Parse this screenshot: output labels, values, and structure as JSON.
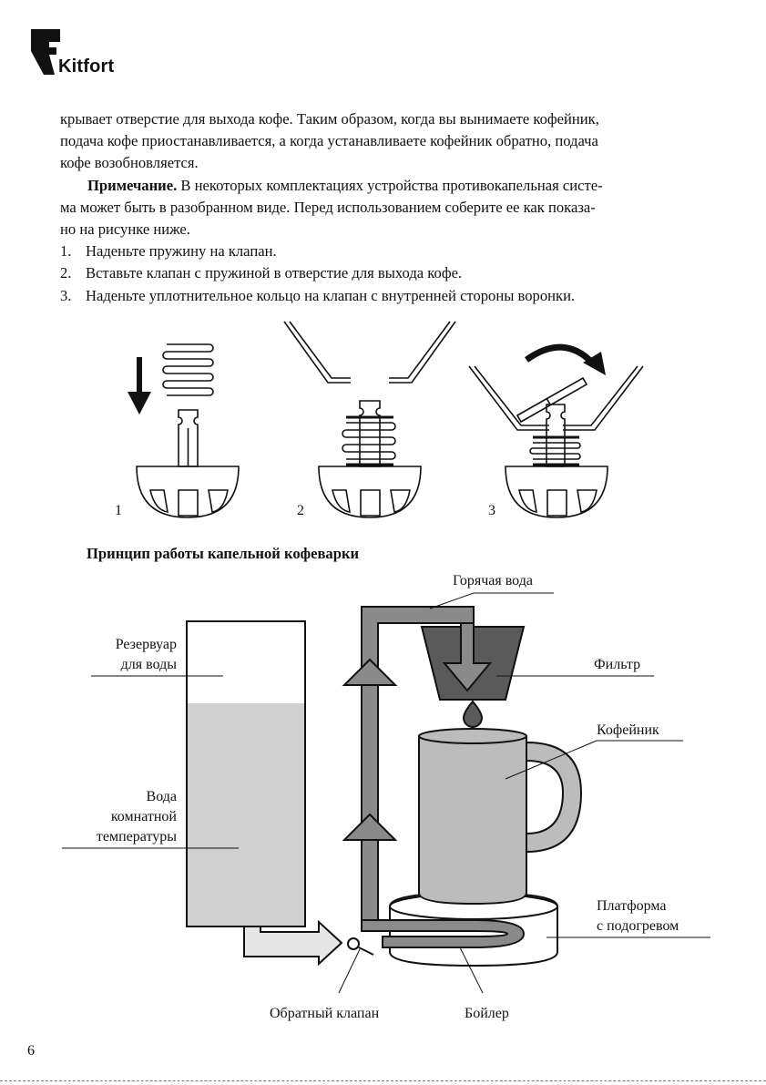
{
  "header": {
    "brand": "Kitfort"
  },
  "body": {
    "para1_lines": [
      "крывает отверстие для выхода кофе. Таким образом, когда вы вынимаете кофейник,",
      "подача кофе приостанавливается, а когда устанавливаете кофейник обратно, подача",
      "кофе возобновляется."
    ],
    "note_label": "Примечание.",
    "note_line1": " В некоторых комплектациях устройства противокапельная систе-",
    "note_lines": [
      "ма может быть в разобранном виде. Перед использованием соберите ее как показа-",
      "но на рисунке ниже."
    ],
    "steps": [
      {
        "num": "1.",
        "text": "Наденьте пружину на клапан."
      },
      {
        "num": "2.",
        "text": "Вставьте клапан с пружиной в отверстие для выхода кофе."
      },
      {
        "num": "3.",
        "text": "Наденьте уплотнительное кольцо на клапан с внутренней стороны воронки."
      }
    ]
  },
  "figure_steps": {
    "labels": [
      "1",
      "2",
      "3"
    ]
  },
  "diagram": {
    "title": "Принцип работы капельной кофеварки",
    "labels": {
      "hot_water": "Горячая вода",
      "reservoir_1": "Резервуар",
      "reservoir_2": "для воды",
      "filter": "Фильтр",
      "coffee_pot": "Кофейник",
      "room_temp_1": "Вода",
      "room_temp_2": "комнатной",
      "room_temp_3": "температуры",
      "platform_1": "Платформа",
      "platform_2": "с подогревом",
      "check_valve": "Обратный клапан",
      "boiler": "Бойлер"
    },
    "colors": {
      "water": "#d0d0d0",
      "pipe": "#8a8a8a",
      "pot": "#bcbcbc",
      "filter": "#5a5a5a",
      "inlet_pipe": "#e6e6e6"
    }
  },
  "footer": {
    "page_number": "6"
  }
}
